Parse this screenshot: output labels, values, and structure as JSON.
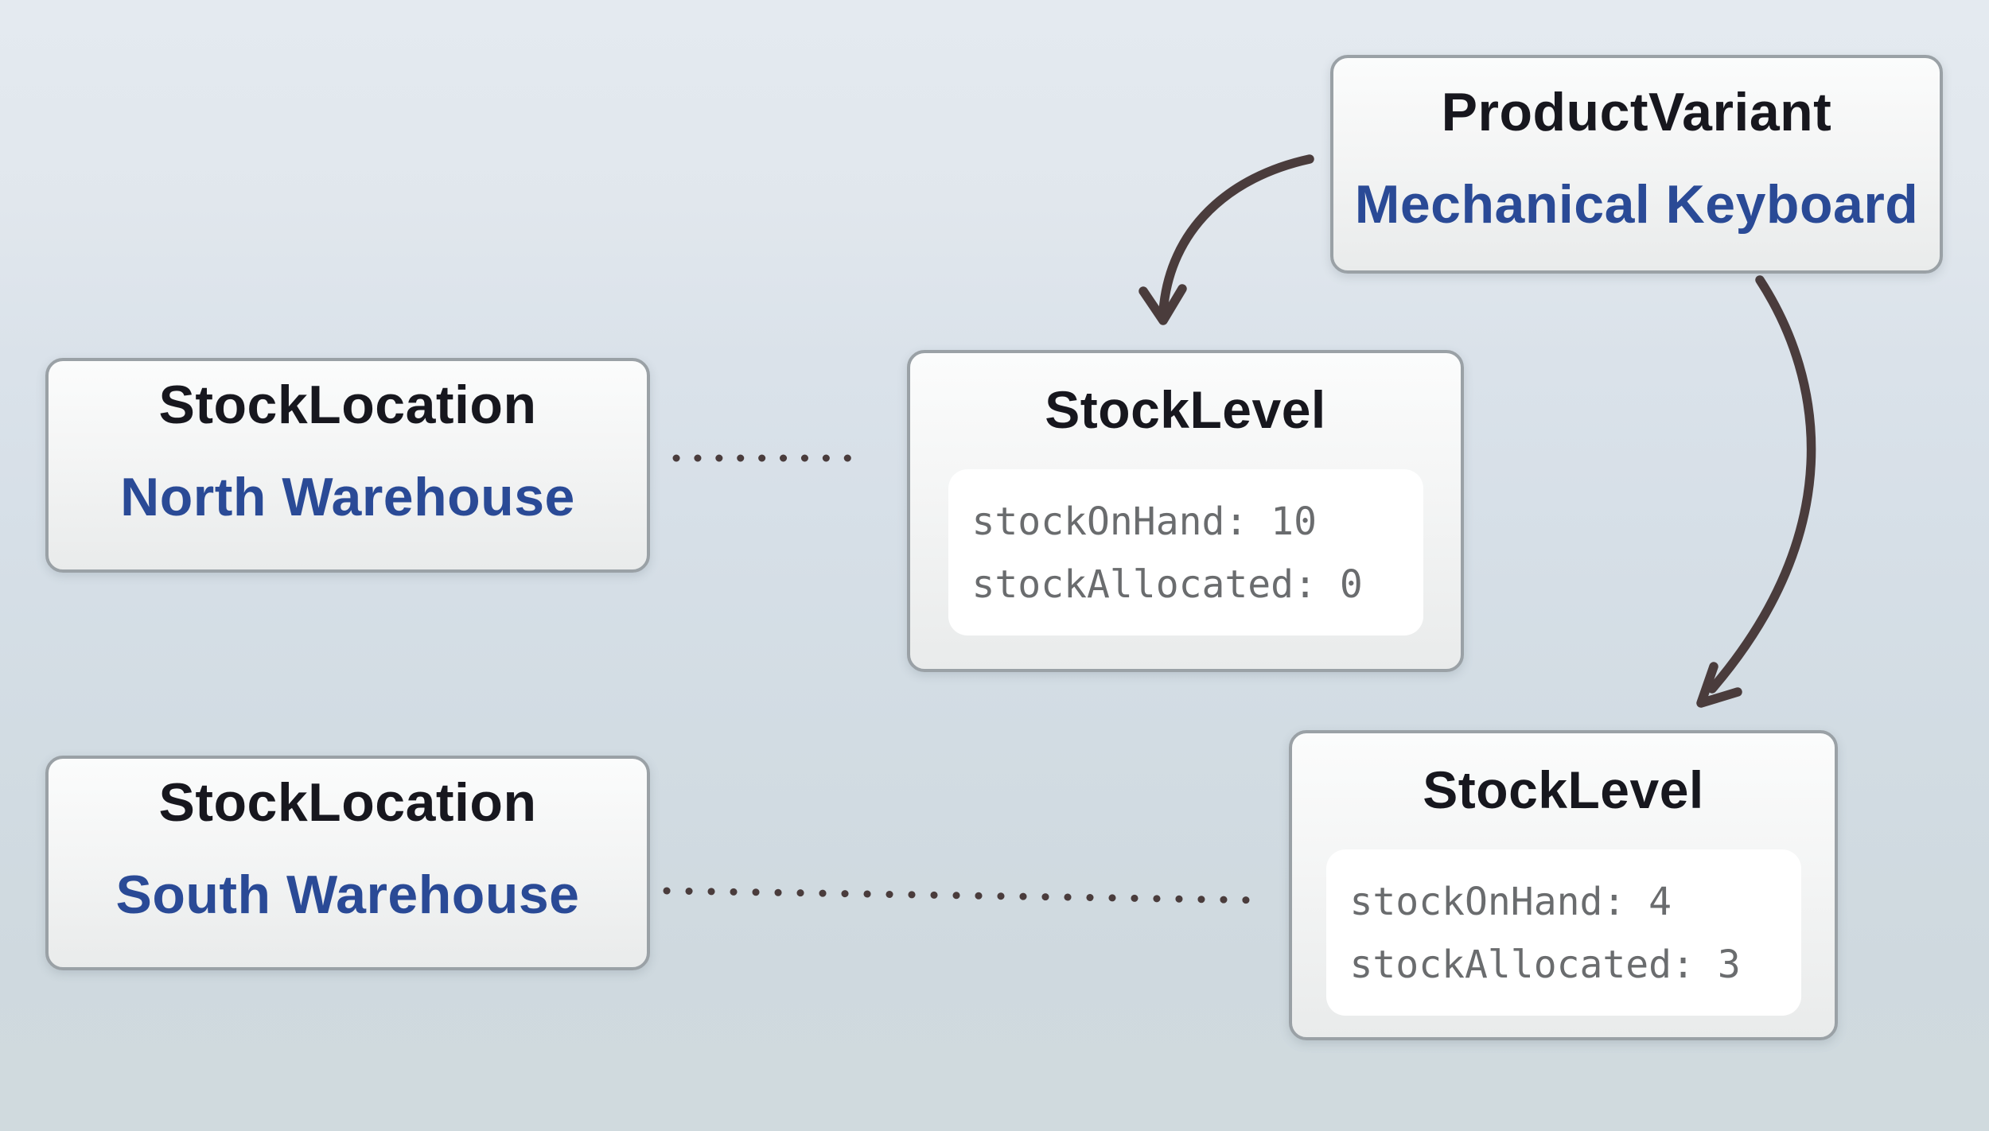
{
  "colors": {
    "background_top": "#e4eaf0",
    "background_bottom": "#cfd9df",
    "node_border": "#9aa1a6",
    "node_fill_top": "#fbfcfc",
    "node_fill_bottom": "#e9ebeb",
    "title_text": "#17171e",
    "accent_blue": "#2a4a96",
    "code_text": "#6a6c6e",
    "code_panel_fill": "#ffffff",
    "connector": "#4a3c3c"
  },
  "nodes": {
    "product_variant": {
      "title": "ProductVariant",
      "subtitle": "Mechanical Keyboard"
    },
    "stock_location_north": {
      "title": "StockLocation",
      "subtitle": "North Warehouse"
    },
    "stock_location_south": {
      "title": "StockLocation",
      "subtitle": "South Warehouse"
    },
    "stock_level_north": {
      "title": "StockLevel",
      "fields": [
        {
          "text": "stockOnHand: 10"
        },
        {
          "text": "stockAllocated: 0"
        }
      ]
    },
    "stock_level_south": {
      "title": "StockLevel",
      "fields": [
        {
          "text": "stockOnHand: 4"
        },
        {
          "text": "stockAllocated: 3"
        }
      ]
    }
  },
  "connections": [
    {
      "from": "ProductVariant",
      "to": "StockLevel (north)",
      "style": "curved-arrow"
    },
    {
      "from": "ProductVariant",
      "to": "StockLevel (south)",
      "style": "curved-arrow"
    },
    {
      "from": "StockLocation North Warehouse",
      "to": "StockLevel (north)",
      "style": "dotted-line"
    },
    {
      "from": "StockLocation South Warehouse",
      "to": "StockLevel (south)",
      "style": "dotted-line"
    }
  ]
}
